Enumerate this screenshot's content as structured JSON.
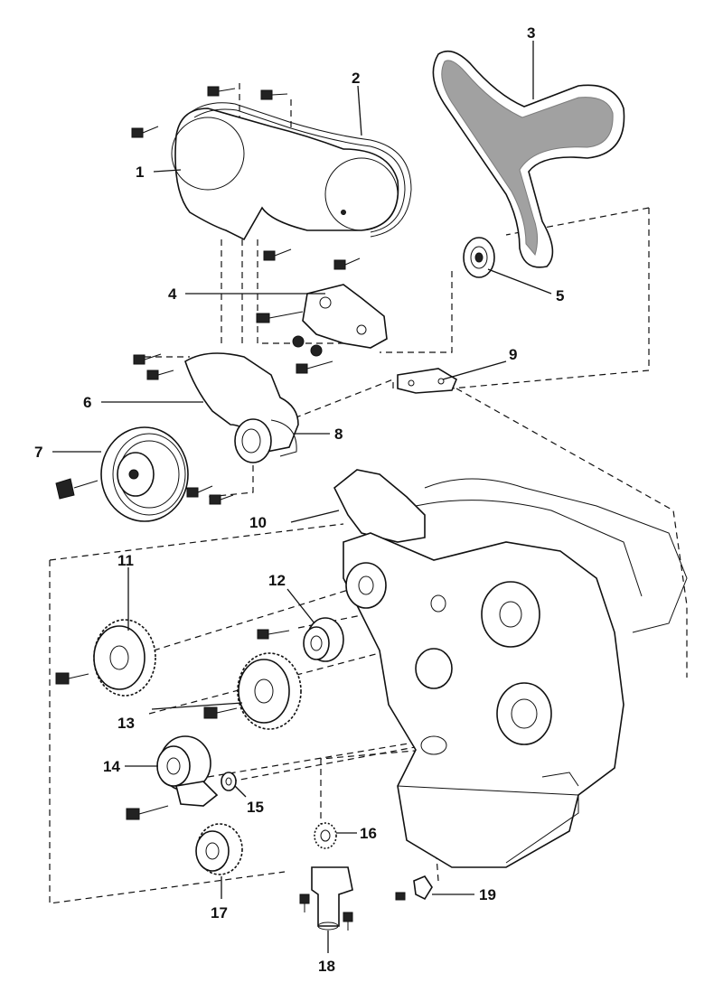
{
  "callouts": [
    {
      "id": "1",
      "text": "1"
    },
    {
      "id": "2",
      "text": "2"
    },
    {
      "id": "3",
      "text": "3"
    },
    {
      "id": "4",
      "text": "4"
    },
    {
      "id": "5",
      "text": "5"
    },
    {
      "id": "6",
      "text": "6"
    },
    {
      "id": "7",
      "text": "7"
    },
    {
      "id": "8",
      "text": "8"
    },
    {
      "id": "9",
      "text": "9"
    },
    {
      "id": "10",
      "text": "10"
    },
    {
      "id": "11",
      "text": "11"
    },
    {
      "id": "12",
      "text": "12"
    },
    {
      "id": "13",
      "text": "13"
    },
    {
      "id": "14",
      "text": "14"
    },
    {
      "id": "15",
      "text": "15"
    },
    {
      "id": "16",
      "text": "16"
    },
    {
      "id": "17",
      "text": "17"
    },
    {
      "id": "18",
      "text": "18"
    },
    {
      "id": "19",
      "text": "19"
    }
  ],
  "colors": {
    "ink": "#111111",
    "background": "#ffffff"
  }
}
